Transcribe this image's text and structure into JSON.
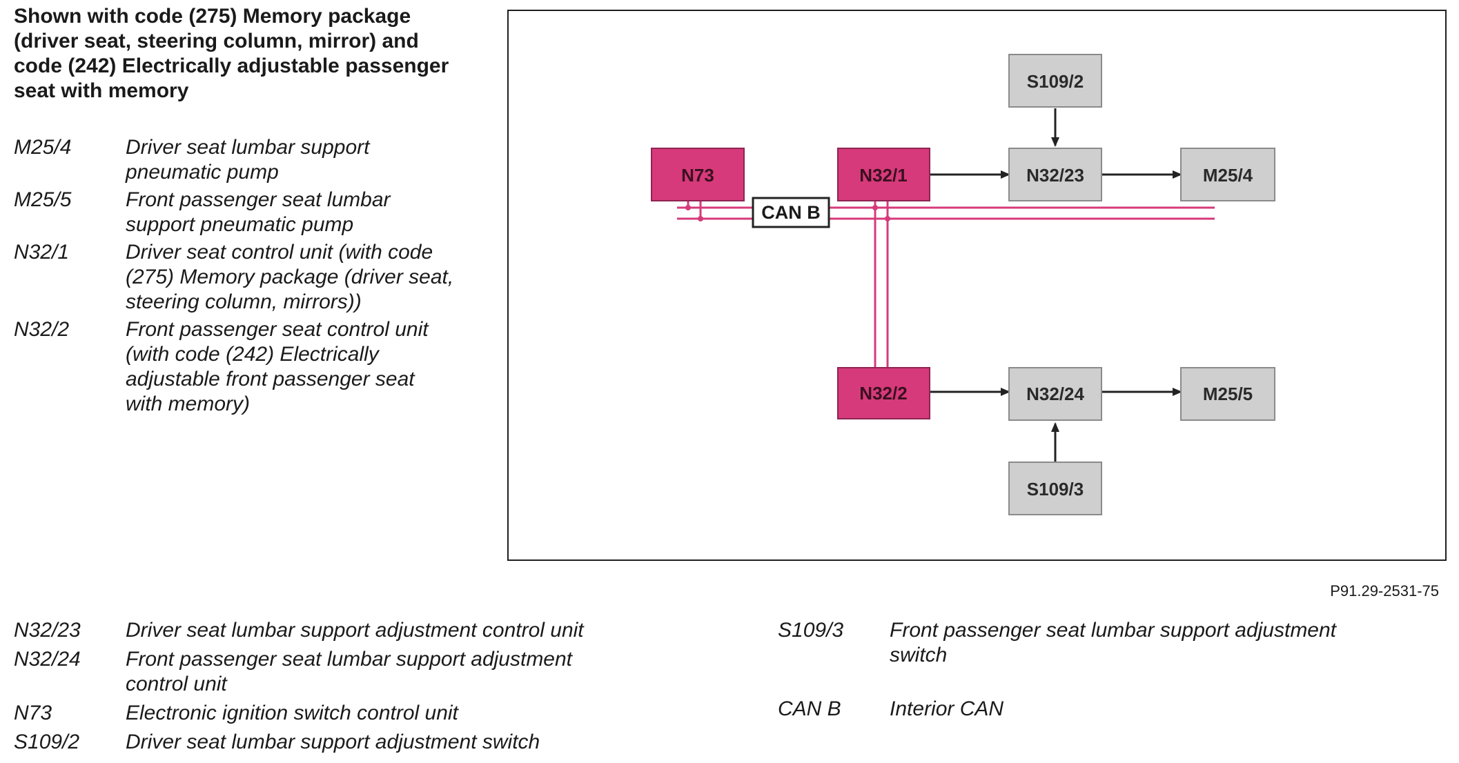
{
  "title": "Shown with code (275) Memory package (driver seat, steering column, mirror) and code (242) Electrically adjustable passenger seat with memory",
  "legend_top": [
    {
      "code": "M25/4",
      "desc": "Driver seat lumbar support pneumatic pump"
    },
    {
      "code": "M25/5",
      "desc": "Front passenger seat lumbar support pneumatic pump"
    },
    {
      "code": "N32/1",
      "desc": "Driver seat control unit (with code (275) Memory package (driver seat, steering column, mirrors))"
    },
    {
      "code": "N32/2",
      "desc": "Front passenger seat control unit (with code (242) Electrically adjustable front passenger seat with memory)"
    }
  ],
  "legend_bottom_left": [
    {
      "code": "N32/23",
      "desc": "Driver seat lumbar support adjustment control unit"
    },
    {
      "code": "N32/24",
      "desc": "Front passenger seat lumbar support adjustment control unit"
    },
    {
      "code": "N73",
      "desc": "Electronic ignition switch control unit"
    },
    {
      "code": "S109/2",
      "desc": "Driver seat lumbar support adjustment switch"
    }
  ],
  "legend_bottom_right": [
    {
      "code": "S109/3",
      "desc": "Front passenger seat lumbar support adjustment switch"
    },
    {
      "code": "CAN B",
      "desc": "Interior CAN"
    }
  ],
  "diagram": {
    "nodes": {
      "n73": "N73",
      "n32_1": "N32/1",
      "n32_2": "N32/2",
      "n32_23": "N32/23",
      "n32_24": "N32/24",
      "m25_4": "M25/4",
      "m25_5": "M25/5",
      "s109_2": "S109/2",
      "s109_3": "S109/3",
      "can_b": "CAN B"
    },
    "colors": {
      "control_unit": "#d63a7a",
      "component": "#cfcfcf",
      "bus_line": "#d63a7a",
      "arrow": "#222222"
    }
  },
  "figure_id": "P91.29-2531-75"
}
